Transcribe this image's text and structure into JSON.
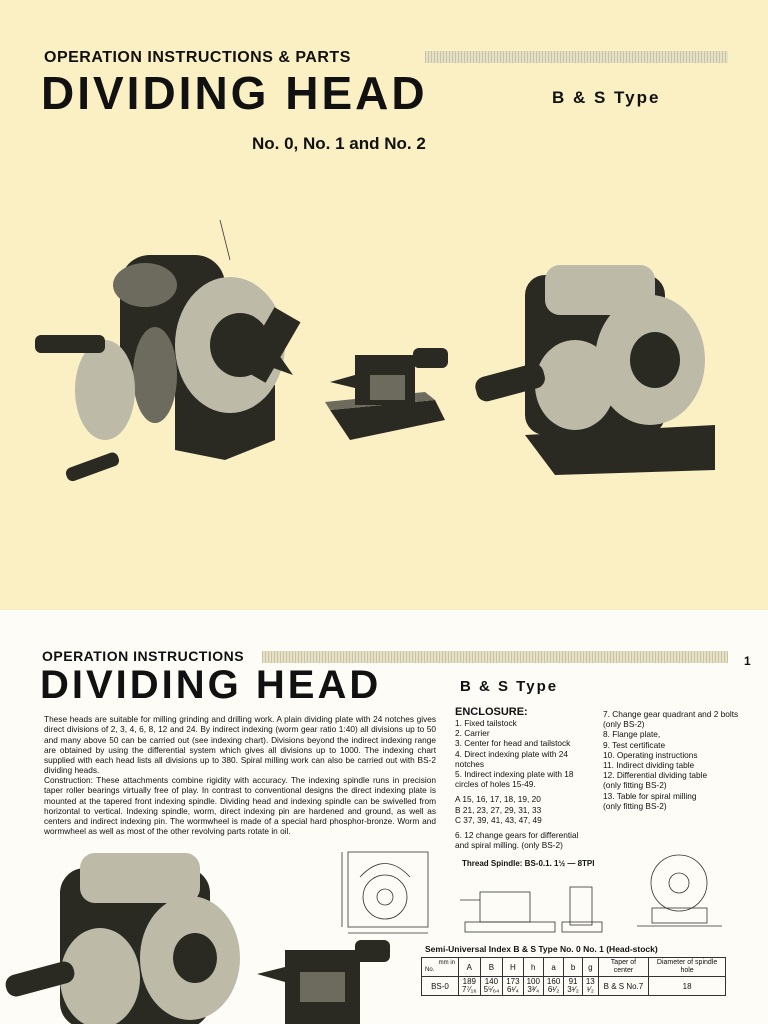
{
  "cover": {
    "kicker": "OPERATION INSTRUCTIONS & PARTS",
    "title": "DIVIDING HEAD",
    "type": "B & S Type",
    "models": "No. 0, No. 1 and No. 2"
  },
  "page": {
    "kicker": "OPERATION INSTRUCTIONS",
    "page_number": "1",
    "title": "DIVIDING HEAD",
    "type": "B & S Type",
    "intro": "These heads are suitable for milling grinding and drilling work. A plain dividing plate with 24 notches gives direct divisions of 2, 3, 4, 6, 8, 12 and 24. By indirect indexing (worm gear ratio 1:40) all divisions up to 50 and many above 50 can be carried out (see indexing chart). Divisions beyond the indirect indexing range are obtained by using the differential system which gives all divisions up to 1000. The indexing chart supplied with each head lists all divisions up to 380. Spiral milling work can also be carried out with BS-2 dividing heads.",
    "construction": "Construction: These attachments combine rigidity with accuracy. The indexing spindle runs in precision taper roller bearings virtually free of play. In contrast to conventional designs the direct indexing plate is mounted at the tapered front indexing spindle. Dividing head and indexing spindle can be swivelled from horizontal to vertical. Indexing spindle, worm, direct indexing pin are hardened and ground, as well as centers and indirect indexing pin. The wormwheel is made of a special hard phosphor-bronze. Worm and wormwheel as well as most of the other revolving parts rotate in oil.",
    "enclosure_title": "ENCLOSURE:",
    "enclosure_left": [
      "1.  Fixed tailstock",
      "2.  Carrier",
      "3.  Center for head and tailstock",
      "4.  Direct indexing plate with 24",
      "     notches",
      "5.  Indirect indexing plate with 18",
      "     circles of holes 15-49.",
      "",
      "     A   15, 16, 17, 18, 19, 20",
      "     B   21, 23, 27, 29, 31, 33",
      "     C   37, 39, 41, 43, 47, 49",
      "",
      "6.  12 change gears for differential",
      "     and spiral milling. (only BS-2)"
    ],
    "enclosure_right": [
      "7.   Change gear quadrant and 2 bolts",
      "      (only BS-2)",
      "8.   Flange plate,",
      "9.   Test certificate",
      "10.  Operating instructions",
      "11.  Indirect dividing table",
      "12.  Differential dividing table",
      "      (only fitting BS-2)",
      "13.  Table for spiral milling",
      "      (only fitting BS-2)"
    ],
    "thread_spindle": "Thread Spindle: BS-0.1. 1½ — 8TPI",
    "table_title": "Semi-Universal Index B & S Type No. 0 No. 1 (Head-stock)",
    "table": {
      "corner_top": "mm in",
      "corner_bottom": "No.",
      "headers": [
        "A",
        "B",
        "H",
        "h",
        "a",
        "b",
        "g",
        "Taper of center",
        "Diameter of spindle hole"
      ],
      "rows": [
        {
          "no": "BS-0",
          "cells": [
            "189\n7⁷⁄₁₆",
            "140\n5⁵⁄₆₄",
            "173\n6¹⁄₄",
            "100\n3³⁄₄",
            "160\n6¹⁄₂",
            "91\n3¹⁄₂",
            "13\n¹⁄₂",
            "B & S No.7",
            "18"
          ]
        }
      ]
    }
  }
}
